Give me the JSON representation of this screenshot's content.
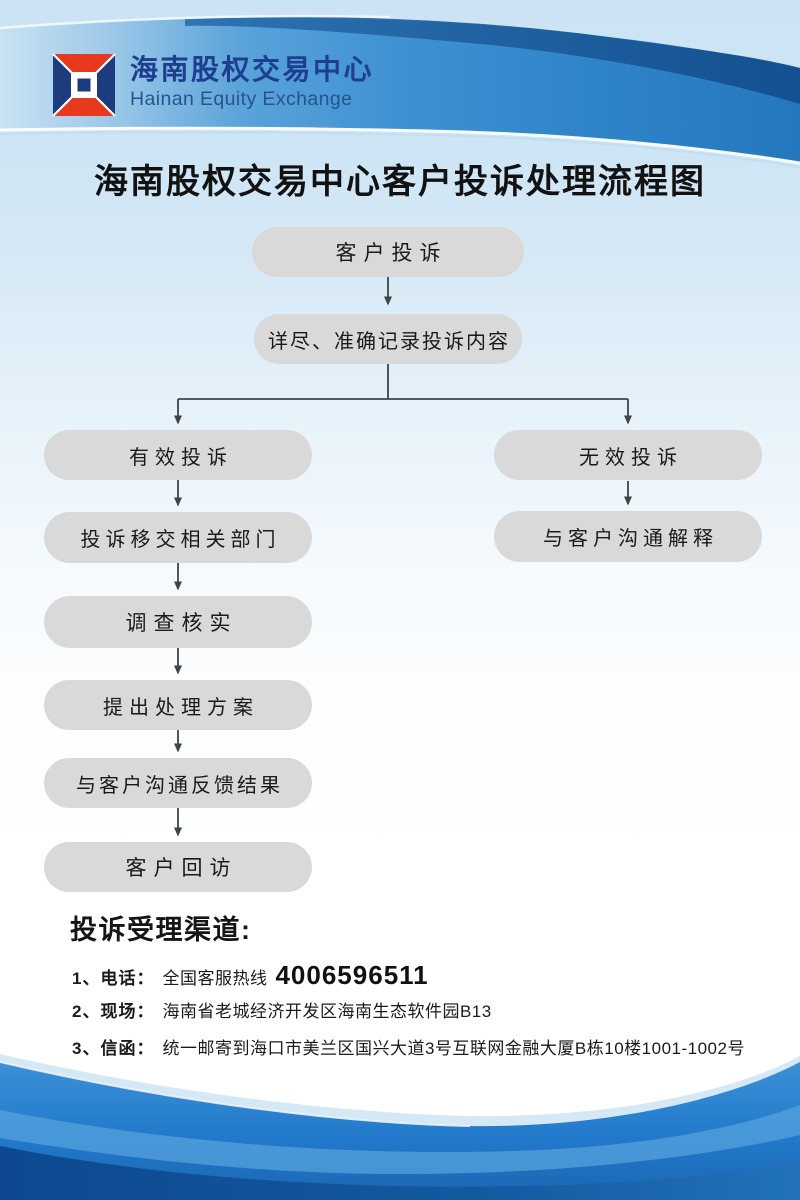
{
  "brand": {
    "name_zh": "海南股权交易中心",
    "name_en": "Hainan Equity Exchange"
  },
  "page": {
    "title": "海南股权交易中心客户投诉处理流程图"
  },
  "flowchart": {
    "nodes": [
      {
        "id": "customer-complaint",
        "label": "客户投诉"
      },
      {
        "id": "record-content",
        "label": "详尽、准确记录投诉内容"
      },
      {
        "id": "valid-complaint",
        "label": "有效投诉"
      },
      {
        "id": "invalid-complaint",
        "label": "无效投诉"
      },
      {
        "id": "transfer-department",
        "label": "投诉移交相关部门"
      },
      {
        "id": "communicate-explain",
        "label": "与客户沟通解释"
      },
      {
        "id": "investigate-verify",
        "label": "调查核实"
      },
      {
        "id": "propose-solution",
        "label": "提出处理方案"
      },
      {
        "id": "feedback-result",
        "label": "与客户沟通反馈结果"
      },
      {
        "id": "customer-revisit",
        "label": "客户回访"
      }
    ]
  },
  "channels": {
    "heading": "投诉受理渠道:",
    "items": [
      {
        "no": "1、",
        "label": "电话：",
        "text": "全国客服热线",
        "highlight": "4006596511"
      },
      {
        "no": "2、",
        "label": "现场：",
        "text": "海南省老城经济开发区海南生态软件园B13"
      },
      {
        "no": "3、",
        "label": "信函：",
        "text": "统一邮寄到海口市美兰区国兴大道3号互联网金融大厦B栋10楼1001-1002号"
      }
    ]
  },
  "colors": {
    "band_blue": "#2b7dc5",
    "band_dark_stripe": "#17548f",
    "footer_main_blue": "#2c85d2",
    "footer_deep_blue": "#0d4890",
    "logo_red": "#e8391f",
    "logo_navy": "#1c3c7e",
    "node_fill": "#d9d9d9",
    "arrow_gray": "#3f4447",
    "brand_navy": "#1e3f8f"
  }
}
